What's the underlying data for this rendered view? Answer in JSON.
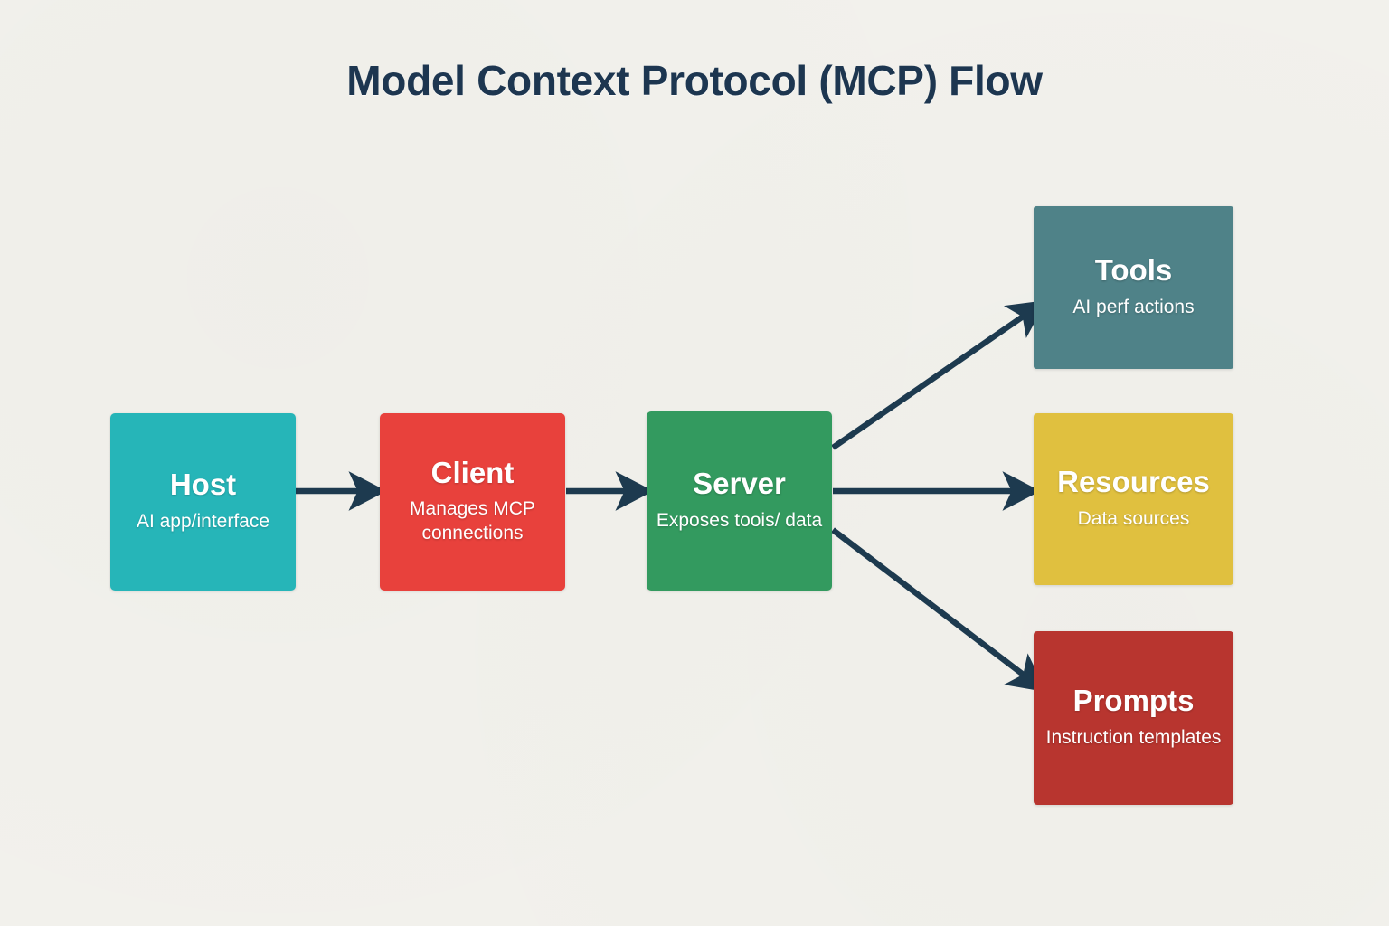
{
  "title": "Model Context Protocol (MCP) Flow",
  "background_color": "#f2f1ec",
  "arrow_color": "#1d3a4f",
  "title_color": "#1d3650",
  "nodes": [
    {
      "id": "host",
      "label": "Host",
      "sublabel": "AI app/interface",
      "color": "#26b5b8"
    },
    {
      "id": "client",
      "label": "Client",
      "sublabel": "Manages MCP connections",
      "color": "#e8413c"
    },
    {
      "id": "server",
      "label": "Server",
      "sublabel": "Exposes toois/ data",
      "color": "#339a5f"
    },
    {
      "id": "tools",
      "label": "Tools",
      "sublabel": "AI perf actions",
      "color": "#4f8288"
    },
    {
      "id": "resources",
      "label": "Resources",
      "sublabel": "Data sources",
      "color": "#e0c03f"
    },
    {
      "id": "prompts",
      "label": "Prompts",
      "sublabel": "Instruction templates",
      "color": "#b8352f"
    }
  ],
  "edges": [
    {
      "from": "host",
      "to": "client",
      "style": "straight"
    },
    {
      "from": "client",
      "to": "server",
      "style": "straight"
    },
    {
      "from": "server",
      "to": "tools",
      "style": "diagonal-up"
    },
    {
      "from": "server",
      "to": "resources",
      "style": "straight"
    },
    {
      "from": "server",
      "to": "prompts",
      "style": "diagonal-down"
    }
  ]
}
